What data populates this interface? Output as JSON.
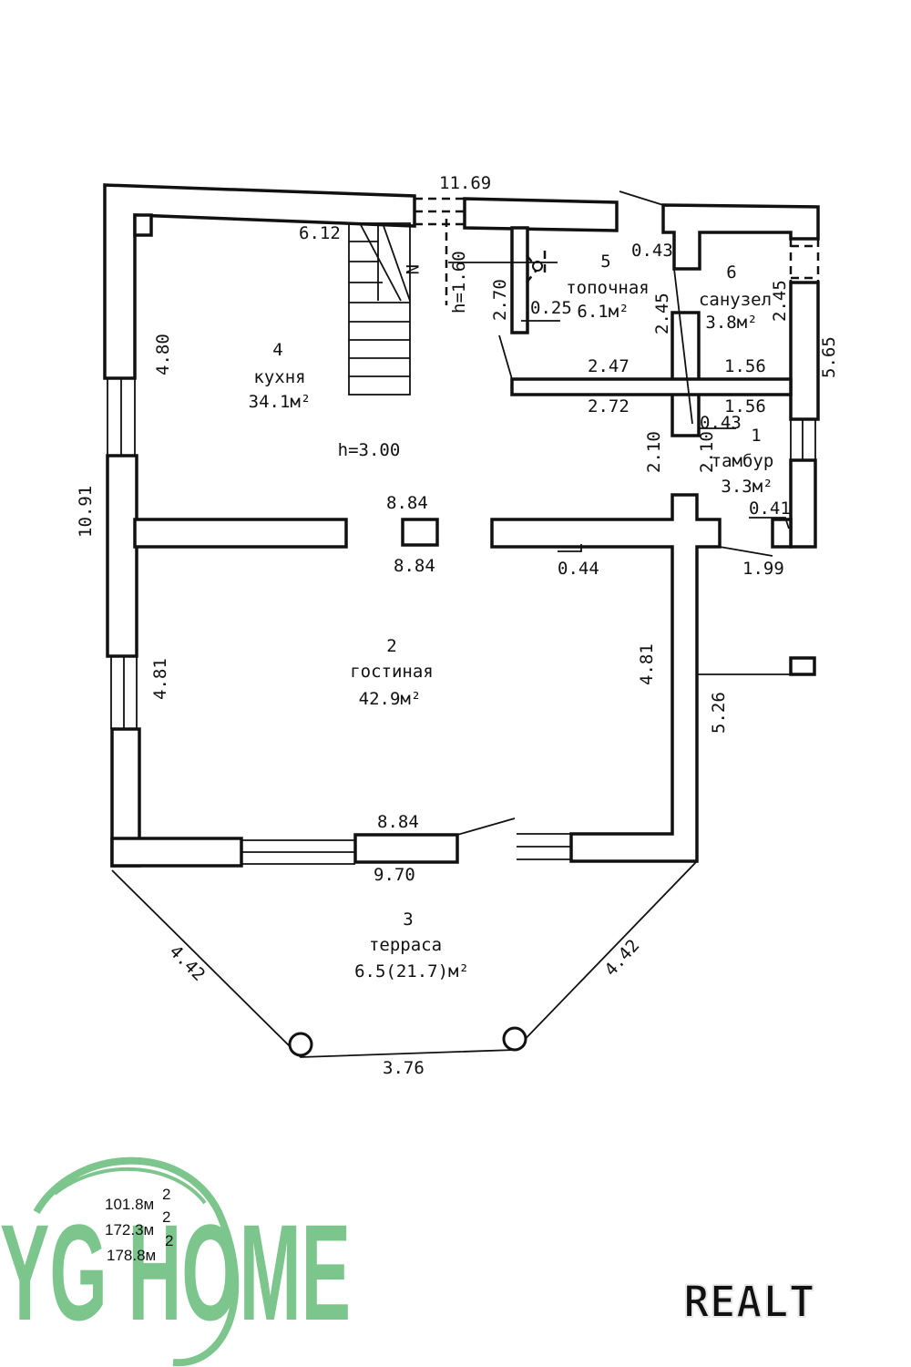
{
  "rooms": [
    {
      "number": "1",
      "name": "тамбур",
      "area": "3.3м²"
    },
    {
      "number": "2",
      "name": "гостиная",
      "area": "42.9м²"
    },
    {
      "number": "3",
      "name": "терраса",
      "area": "6.5(21.7)м²"
    },
    {
      "number": "4",
      "name": "кухня",
      "area": "34.1м²"
    },
    {
      "number": "5",
      "name": "топочная",
      "area": "6.1м²"
    },
    {
      "number": "6",
      "name": "санузел",
      "area": "3.8м²"
    }
  ],
  "heights": {
    "ceiling": "h=3.00",
    "stair": "h=1.60"
  },
  "stair_marker": "N",
  "dimensions": {
    "top_total": "11.69",
    "kitchen_top": "6.12",
    "kitchen_side": "4.80",
    "left_total": "10.91",
    "mid_top": "8.84",
    "mid_bottom": "8.84",
    "living_left": "4.81",
    "living_right": "4.81",
    "living_bottom_inner": "8.84",
    "living_bottom_outer": "9.70",
    "terrace_left": "4.42",
    "terrace_right": "4.42",
    "terrace_front": "3.76",
    "boiler_side": "2.70",
    "boiler_wall": "0.25",
    "boiler_bottom_top": "2.47",
    "boiler_bottom_under": "2.72",
    "wc_wall": "0.43",
    "wc_side_left": "2.45",
    "wc_side_right": "2.45",
    "wc_bottom": "1.56",
    "vest_top": "1.56",
    "vest_wall": "0.43",
    "vest_left": "2.10",
    "vest_right": "2.10",
    "vest_corner": "0.41",
    "right_total": "5.65",
    "door_wall": "0.44",
    "entry_width": "1.99",
    "annex_side": "5.26"
  },
  "totals": [
    "101.8м",
    "172.3м",
    "178.8м"
  ],
  "totals_sup": "2",
  "logo": "YG HOME",
  "watermark": "REALT",
  "colors": {
    "logo": "#7cc58c",
    "line": "#111111"
  }
}
